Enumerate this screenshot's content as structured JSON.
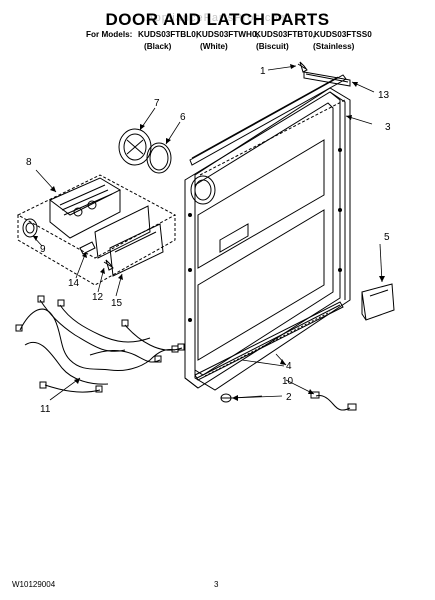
{
  "header": {
    "title": "DOOR AND LATCH PARTS",
    "watermark": "AppliancePartsPros.com",
    "models_prefix": "For Models:",
    "models": [
      "KUDS03FTBL0,",
      "KUDS03FTWH0,",
      "KUDS03FTBT0,",
      "KUDS03FTSS0"
    ],
    "colors": [
      "(Black)",
      "(White)",
      "(Biscuit)",
      "(Stainless)"
    ]
  },
  "callouts": [
    "1",
    "13",
    "3",
    "7",
    "6",
    "8",
    "9",
    "14",
    "12",
    "15",
    "5",
    "4",
    "10",
    "2",
    "11"
  ],
  "footer": {
    "doc_number": "W10129004",
    "page_number": "3"
  }
}
